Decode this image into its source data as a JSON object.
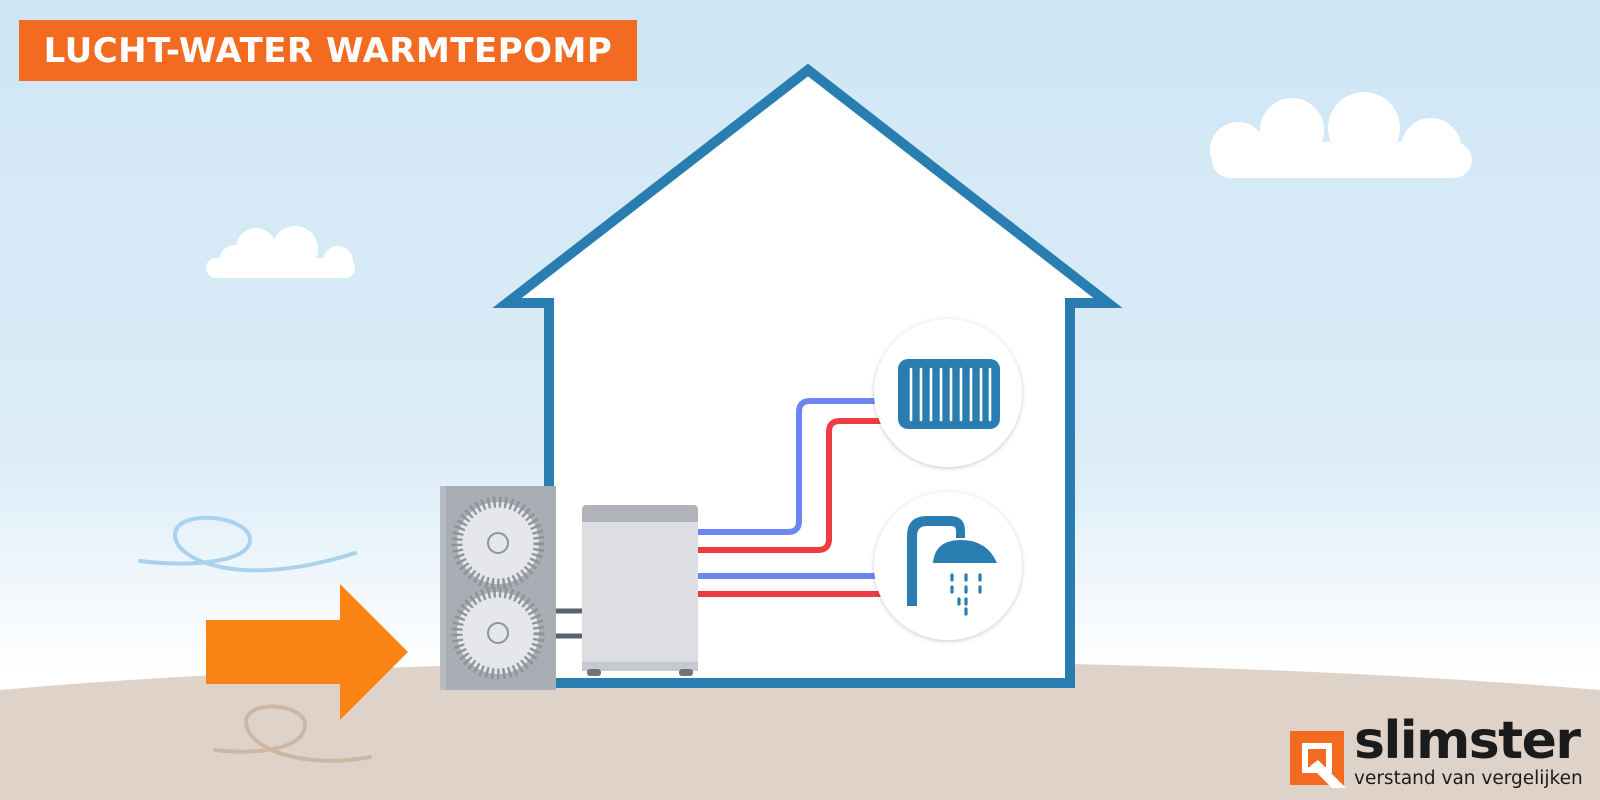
{
  "title": "LUCHT-WATER WARMTEPOMP",
  "logo": {
    "brand": "slimster",
    "tagline": "verstand van vergelijken"
  },
  "colors": {
    "title_bg": "#f26b21",
    "house_outline": "#2a7db0",
    "cold_pipe": "#6b86f3",
    "hot_pipe": "#ee3c43",
    "air_arrow": "#fb8314",
    "sky_top": "#d0e6f5",
    "ground": "#dfd3c9",
    "logo_orange": "#f26b21"
  },
  "icons": {
    "outdoor_unit": "fan-unit-icon",
    "indoor_unit": "indoor-unit-icon",
    "radiator": "radiator-icon",
    "shower": "shower-icon",
    "air": "wind-swirl-icon",
    "logo": "slimster-logo-icon"
  }
}
